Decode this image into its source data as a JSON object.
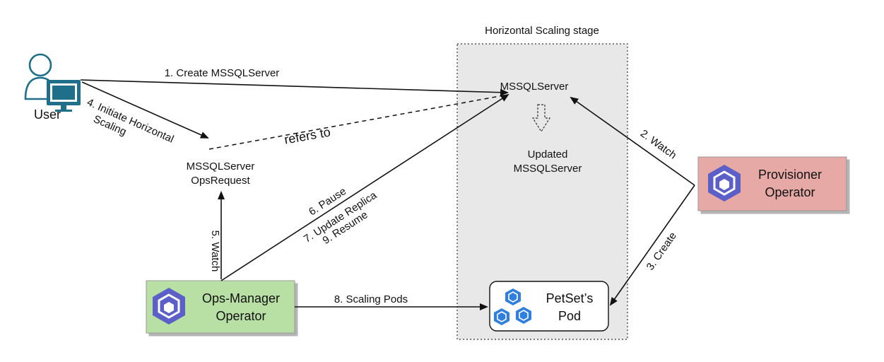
{
  "stage": {
    "title": "Horizontal Scaling stage"
  },
  "user": {
    "label": "User"
  },
  "mssqlserver": {
    "label": "MSSQLServer"
  },
  "updated": {
    "line1": "Updated",
    "line2": "MSSQLServer"
  },
  "opsrequest": {
    "line1": "MSSQLServer",
    "line2": "OpsRequest"
  },
  "provisioner": {
    "line1": "Provisioner",
    "line2": "Operator"
  },
  "opsmanager": {
    "line1": "Ops-Manager",
    "line2": "Operator"
  },
  "petset": {
    "line1": "PetSet’s",
    "line2": "Pod"
  },
  "edges": {
    "create_mssql": "1. Create MSSQLServer",
    "watch_provisioner": "2. Watch",
    "create_pod": "3. Create",
    "initiate_line1": "4. Initiate Horizontal",
    "initiate_line2": "Scaling",
    "watch_ops": "5. Watch",
    "pause": "6. Pause",
    "update_replica": "7. Update Replica",
    "scaling_pods": "8. Scaling Pods",
    "resume": "9. Resume",
    "refers_to": "refers to"
  },
  "colors": {
    "stage_fill": "#e8e8e8",
    "user_icon": "#1f6f8b",
    "provisioner_fill": "#e6a9a5",
    "opsmanager_fill": "#b8dfa4",
    "operator_icon": "#5b5fc7",
    "pod_icon": "#2f7fe0"
  }
}
